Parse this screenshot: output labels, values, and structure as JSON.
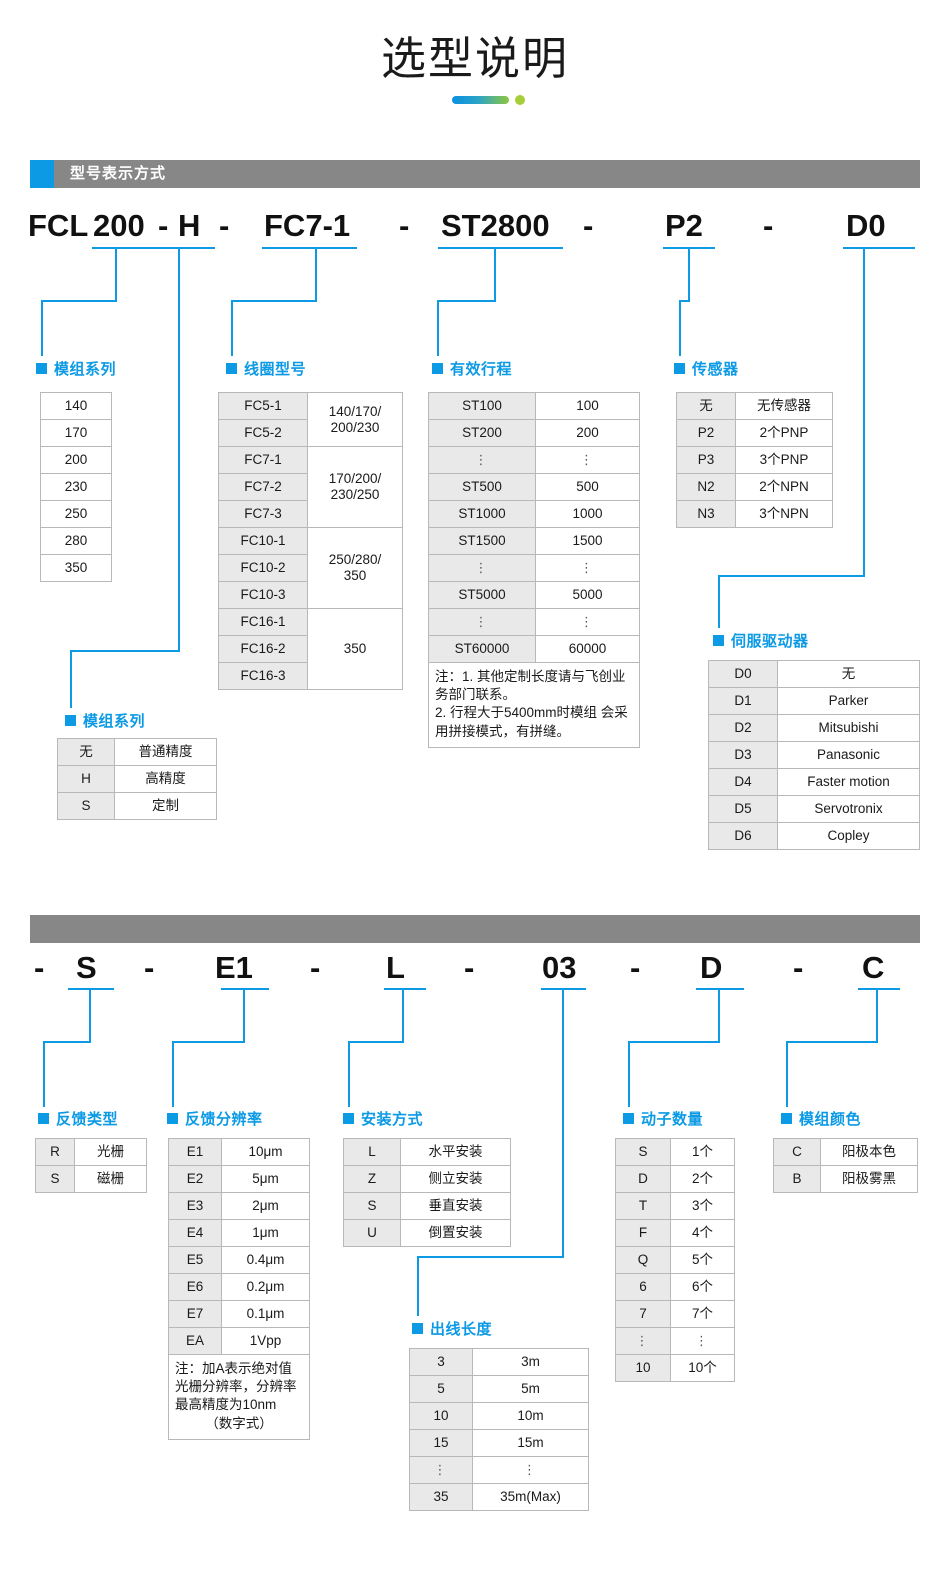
{
  "title": "选型说明",
  "sections": [
    {
      "id": "sec1",
      "label": "型号表示方式"
    },
    {
      "id": "sec2",
      "label": ""
    }
  ],
  "model_code_1": {
    "parts": [
      "FCL",
      "200",
      "-",
      "H",
      "-",
      "FC7-1",
      "-",
      "ST2800",
      "-",
      "P2",
      "-",
      "D0"
    ]
  },
  "model_code_2": {
    "parts": [
      "-",
      "S",
      "-",
      "E1",
      "-",
      "L",
      "-",
      "03",
      "-",
      "D",
      "-",
      "C"
    ]
  },
  "groups": {
    "module_series": {
      "label": "模组系列"
    },
    "coil_model": {
      "label": "线圈型号"
    },
    "effective_stroke": {
      "label": "有效行程"
    },
    "sensor": {
      "label": "传感器"
    },
    "precision": {
      "label": "模组系列"
    },
    "servo_driver": {
      "label": "伺服驱动器"
    },
    "feedback_type": {
      "label": "反馈类型"
    },
    "feedback_resolution": {
      "label": "反馈分辨率"
    },
    "mounting": {
      "label": "安装方式"
    },
    "cable_length": {
      "label": "出线长度"
    },
    "mover_count": {
      "label": "动子数量"
    },
    "module_color": {
      "label": "模组颜色"
    }
  },
  "tables": {
    "module_series": {
      "rows": [
        [
          "140"
        ],
        [
          "170"
        ],
        [
          "200"
        ],
        [
          "230"
        ],
        [
          "250"
        ],
        [
          "280"
        ],
        [
          "350"
        ]
      ]
    },
    "coil_model": {
      "groups": [
        {
          "codes": [
            "FC5-1",
            "FC5-2"
          ],
          "value": "140/170/\n200/230"
        },
        {
          "codes": [
            "FC7-1",
            "FC7-2",
            "FC7-3"
          ],
          "value": "170/200/\n230/250"
        },
        {
          "codes": [
            "FC10-1",
            "FC10-2",
            "FC10-3"
          ],
          "value": "250/280/\n350"
        },
        {
          "codes": [
            "FC16-1",
            "FC16-2",
            "FC16-3"
          ],
          "value": "350"
        }
      ]
    },
    "effective_stroke": {
      "rows": [
        [
          "ST100",
          "100"
        ],
        [
          "ST200",
          "200"
        ],
        [
          "⋮",
          "⋮"
        ],
        [
          "ST500",
          "500"
        ],
        [
          "ST1000",
          "1000"
        ],
        [
          "ST1500",
          "1500"
        ],
        [
          "⋮",
          "⋮"
        ],
        [
          "ST5000",
          "5000"
        ],
        [
          "⋮",
          "⋮"
        ],
        [
          "ST60000",
          "60000"
        ]
      ],
      "note": "注：1. 其他定制长度请与飞创业务部门联系。\n2. 行程大于5400mm时模组 会采用拼接模式，有拼缝。"
    },
    "sensor": {
      "rows": [
        [
          "无",
          "无传感器"
        ],
        [
          "P2",
          "2个PNP"
        ],
        [
          "P3",
          "3个PNP"
        ],
        [
          "N2",
          "2个NPN"
        ],
        [
          "N3",
          "3个NPN"
        ]
      ]
    },
    "precision": {
      "rows": [
        [
          "无",
          "普通精度"
        ],
        [
          "H",
          "高精度"
        ],
        [
          "S",
          "定制"
        ]
      ]
    },
    "servo_driver": {
      "rows": [
        [
          "D0",
          "无"
        ],
        [
          "D1",
          "Parker"
        ],
        [
          "D2",
          "Mitsubishi"
        ],
        [
          "D3",
          "Panasonic"
        ],
        [
          "D4",
          "Faster motion"
        ],
        [
          "D5",
          "Servotronix"
        ],
        [
          "D6",
          "Copley"
        ]
      ]
    },
    "feedback_type": {
      "rows": [
        [
          "R",
          "光栅"
        ],
        [
          "S",
          "磁栅"
        ]
      ]
    },
    "feedback_resolution": {
      "rows": [
        [
          "E1",
          "10μm"
        ],
        [
          "E2",
          "5μm"
        ],
        [
          "E3",
          "2μm"
        ],
        [
          "E4",
          "1μm"
        ],
        [
          "E5",
          "0.4μm"
        ],
        [
          "E6",
          "0.2μm"
        ],
        [
          "E7",
          "0.1μm"
        ],
        [
          "EA",
          "1Vpp"
        ]
      ],
      "note": "注：加A表示绝对值光栅分辨率，分辨率最高精度为10nm（数字式）"
    },
    "mounting": {
      "rows": [
        [
          "L",
          "水平安装"
        ],
        [
          "Z",
          "侧立安装"
        ],
        [
          "S",
          "垂直安装"
        ],
        [
          "U",
          "倒置安装"
        ]
      ]
    },
    "cable_length": {
      "rows": [
        [
          "3",
          "3m"
        ],
        [
          "5",
          "5m"
        ],
        [
          "10",
          "10m"
        ],
        [
          "15",
          "15m"
        ],
        [
          "⋮",
          "⋮"
        ],
        [
          "35",
          "35m(Max)"
        ]
      ]
    },
    "mover_count": {
      "rows": [
        [
          "S",
          "1个"
        ],
        [
          "D",
          "2个"
        ],
        [
          "T",
          "3个"
        ],
        [
          "F",
          "4个"
        ],
        [
          "Q",
          "5个"
        ],
        [
          "6",
          "6个"
        ],
        [
          "7",
          "7个"
        ],
        [
          "⋮",
          "⋮"
        ],
        [
          "10",
          "10个"
        ]
      ]
    },
    "module_color": {
      "rows": [
        [
          "C",
          "阳极本色"
        ],
        [
          "B",
          "阳极雾黑"
        ]
      ]
    }
  },
  "colors": {
    "accent_blue": "#0c9ae5",
    "bar_gray": "#878787",
    "cell_key_bg": "#e9e9e9",
    "border": "#b8b8b8",
    "deco_green": "#a6ce39"
  }
}
